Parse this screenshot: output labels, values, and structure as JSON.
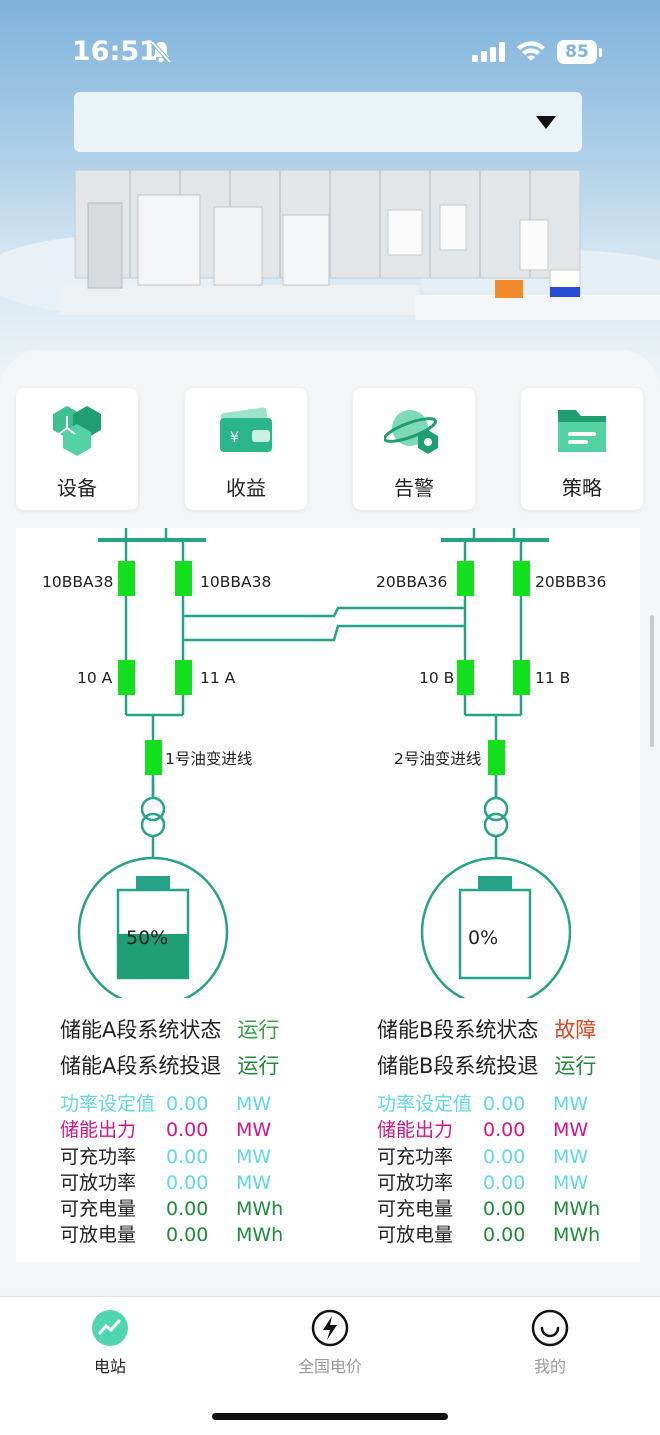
{
  "status_bar": {
    "time": "16:51",
    "battery": "85"
  },
  "station_selector": {
    "value": ""
  },
  "menu": [
    {
      "label": "设备",
      "icon": "device-icon"
    },
    {
      "label": "收益",
      "icon": "income-icon"
    },
    {
      "label": "告警",
      "icon": "alarm-icon"
    },
    {
      "label": "策略",
      "icon": "strategy-icon"
    }
  ],
  "diagram": {
    "left": {
      "breaker_top_1": "10BBA38",
      "breaker_top_2": "10BBA38",
      "breaker_mid_1": "10 A",
      "breaker_mid_2": "11 A",
      "feeder": "1号油变进线",
      "battery_percent": "50%",
      "battery_level": 0.5
    },
    "right": {
      "breaker_top_1": "20BBA36",
      "breaker_top_2": "20BBB36",
      "breaker_mid_1": "10 B",
      "breaker_mid_2": "11 B",
      "feeder": "2号油变进线",
      "battery_percent": "0%",
      "battery_level": 0
    }
  },
  "systems": {
    "a": {
      "status_label": "储能A段系统状态",
      "status_value": "运行",
      "switch_label": "储能A段系统投退",
      "switch_value": "运行",
      "metrics": [
        {
          "label": "功率设定值",
          "value": "0.00",
          "unit": "MW"
        },
        {
          "label": "储能出力",
          "value": "0.00",
          "unit": "MW"
        },
        {
          "label": "可充功率",
          "value": "0.00",
          "unit": "MW"
        },
        {
          "label": "可放功率",
          "value": "0.00",
          "unit": "MW"
        },
        {
          "label": "可充电量",
          "value": "0.00",
          "unit": "MWh"
        },
        {
          "label": "可放电量",
          "value": "0.00",
          "unit": "MWh"
        }
      ]
    },
    "b": {
      "status_label": "储能B段系统状态",
      "status_value": "故障",
      "switch_label": "储能B段系统投退",
      "switch_value": "运行",
      "metrics": [
        {
          "label": "功率设定值",
          "value": "0.00",
          "unit": "MW"
        },
        {
          "label": "储能出力",
          "value": "0.00",
          "unit": "MW"
        },
        {
          "label": "可充功率",
          "value": "0.00",
          "unit": "MW"
        },
        {
          "label": "可放功率",
          "value": "0.00",
          "unit": "MW"
        },
        {
          "label": "可充电量",
          "value": "0.00",
          "unit": "MWh"
        },
        {
          "label": "可放电量",
          "value": "0.00",
          "unit": "MWh"
        }
      ]
    }
  },
  "tabs": [
    {
      "label": "电站",
      "icon": "station-icon",
      "active": true
    },
    {
      "label": "全国电价",
      "icon": "lightning-icon",
      "active": false
    },
    {
      "label": "我的",
      "icon": "smile-icon",
      "active": false
    }
  ],
  "colors": {
    "line": "#26a387",
    "breaker": "#12e01c",
    "run": "#3aa04a",
    "fault": "#e0431f",
    "cyan": "#5fd8e3",
    "magenta": "#d4148a",
    "green_value": "#1f8a3a"
  }
}
